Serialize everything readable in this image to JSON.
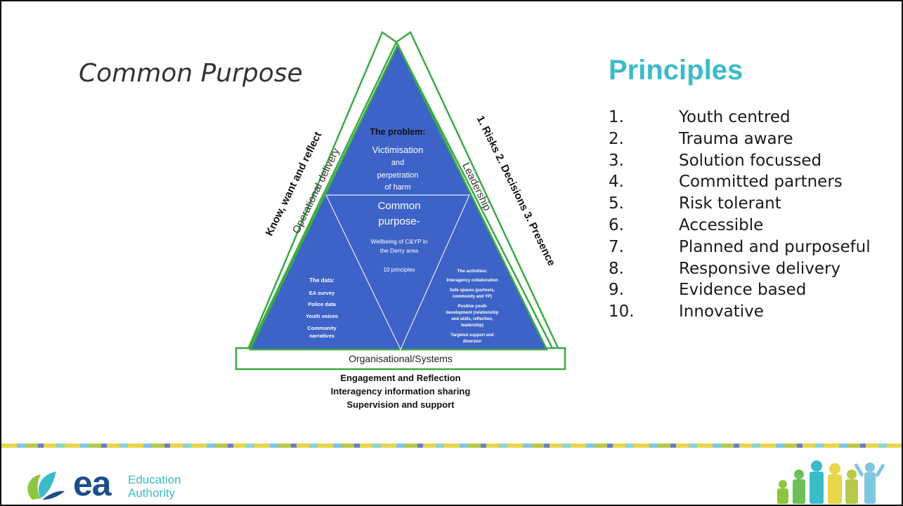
{
  "slide": {
    "title": "Common Purpose",
    "principles_heading": "Principles",
    "principles": [
      {
        "num": "1.",
        "text": "Youth centred"
      },
      {
        "num": "2.",
        "text": "Trauma aware"
      },
      {
        "num": "3.",
        "text": "Solution focussed"
      },
      {
        "num": "4.",
        "text": "Committed partners"
      },
      {
        "num": "5.",
        "text": "Risk tolerant"
      },
      {
        "num": "6.",
        "text": "Accessible"
      },
      {
        "num": "7.",
        "text": "Planned and purposeful"
      },
      {
        "num": "8.",
        "text": "Responsive delivery"
      },
      {
        "num": "9.",
        "text": "Evidence based"
      },
      {
        "num": "10.",
        "text": "Innovative"
      }
    ]
  },
  "diagram": {
    "left_outer_label": "Know, want and reflect",
    "left_inner_label": "Operational delivery",
    "right_outer_label": "1. Risks 2. Decisions 3. Presence",
    "right_inner_label": "Leadership",
    "bottom_band_label": "Organisational/Systems",
    "problem": {
      "heading": "The problem:",
      "lines": [
        "Victimisation",
        "and",
        "perpetration",
        "of harm"
      ]
    },
    "common_purpose": {
      "lines": [
        "Common",
        "purpose-"
      ],
      "sub_lines": [
        "Wellbeing of C&YP in",
        "the Derry area"
      ],
      "principles_note": "10 principles"
    },
    "data": {
      "heading": "The data:",
      "lines": [
        "EA survey",
        "Police data",
        "Youth voices",
        "Community",
        "narratives"
      ]
    },
    "activities": {
      "heading": "The activities:",
      "lines": [
        "Interagency collaboration",
        "Safe spaces (partners,",
        "community and YP)",
        "Positive youth",
        "development (relationship",
        "and skills, reflection,",
        "leadership)",
        "Targeted support and",
        "diversion"
      ]
    },
    "bottom_lines": [
      "Engagement and Reflection",
      "Interagency information sharing",
      "Supervision and support"
    ]
  },
  "footer": {
    "logo_ea": "ea",
    "logo_line1": "Education",
    "logo_line2": "Authority"
  },
  "colors": {
    "triangle_fill": "#3D63C8",
    "frame_stroke": "#3AAA45",
    "heading_accent": "#3BBBC8",
    "logo_navy": "#1F4E8C"
  }
}
